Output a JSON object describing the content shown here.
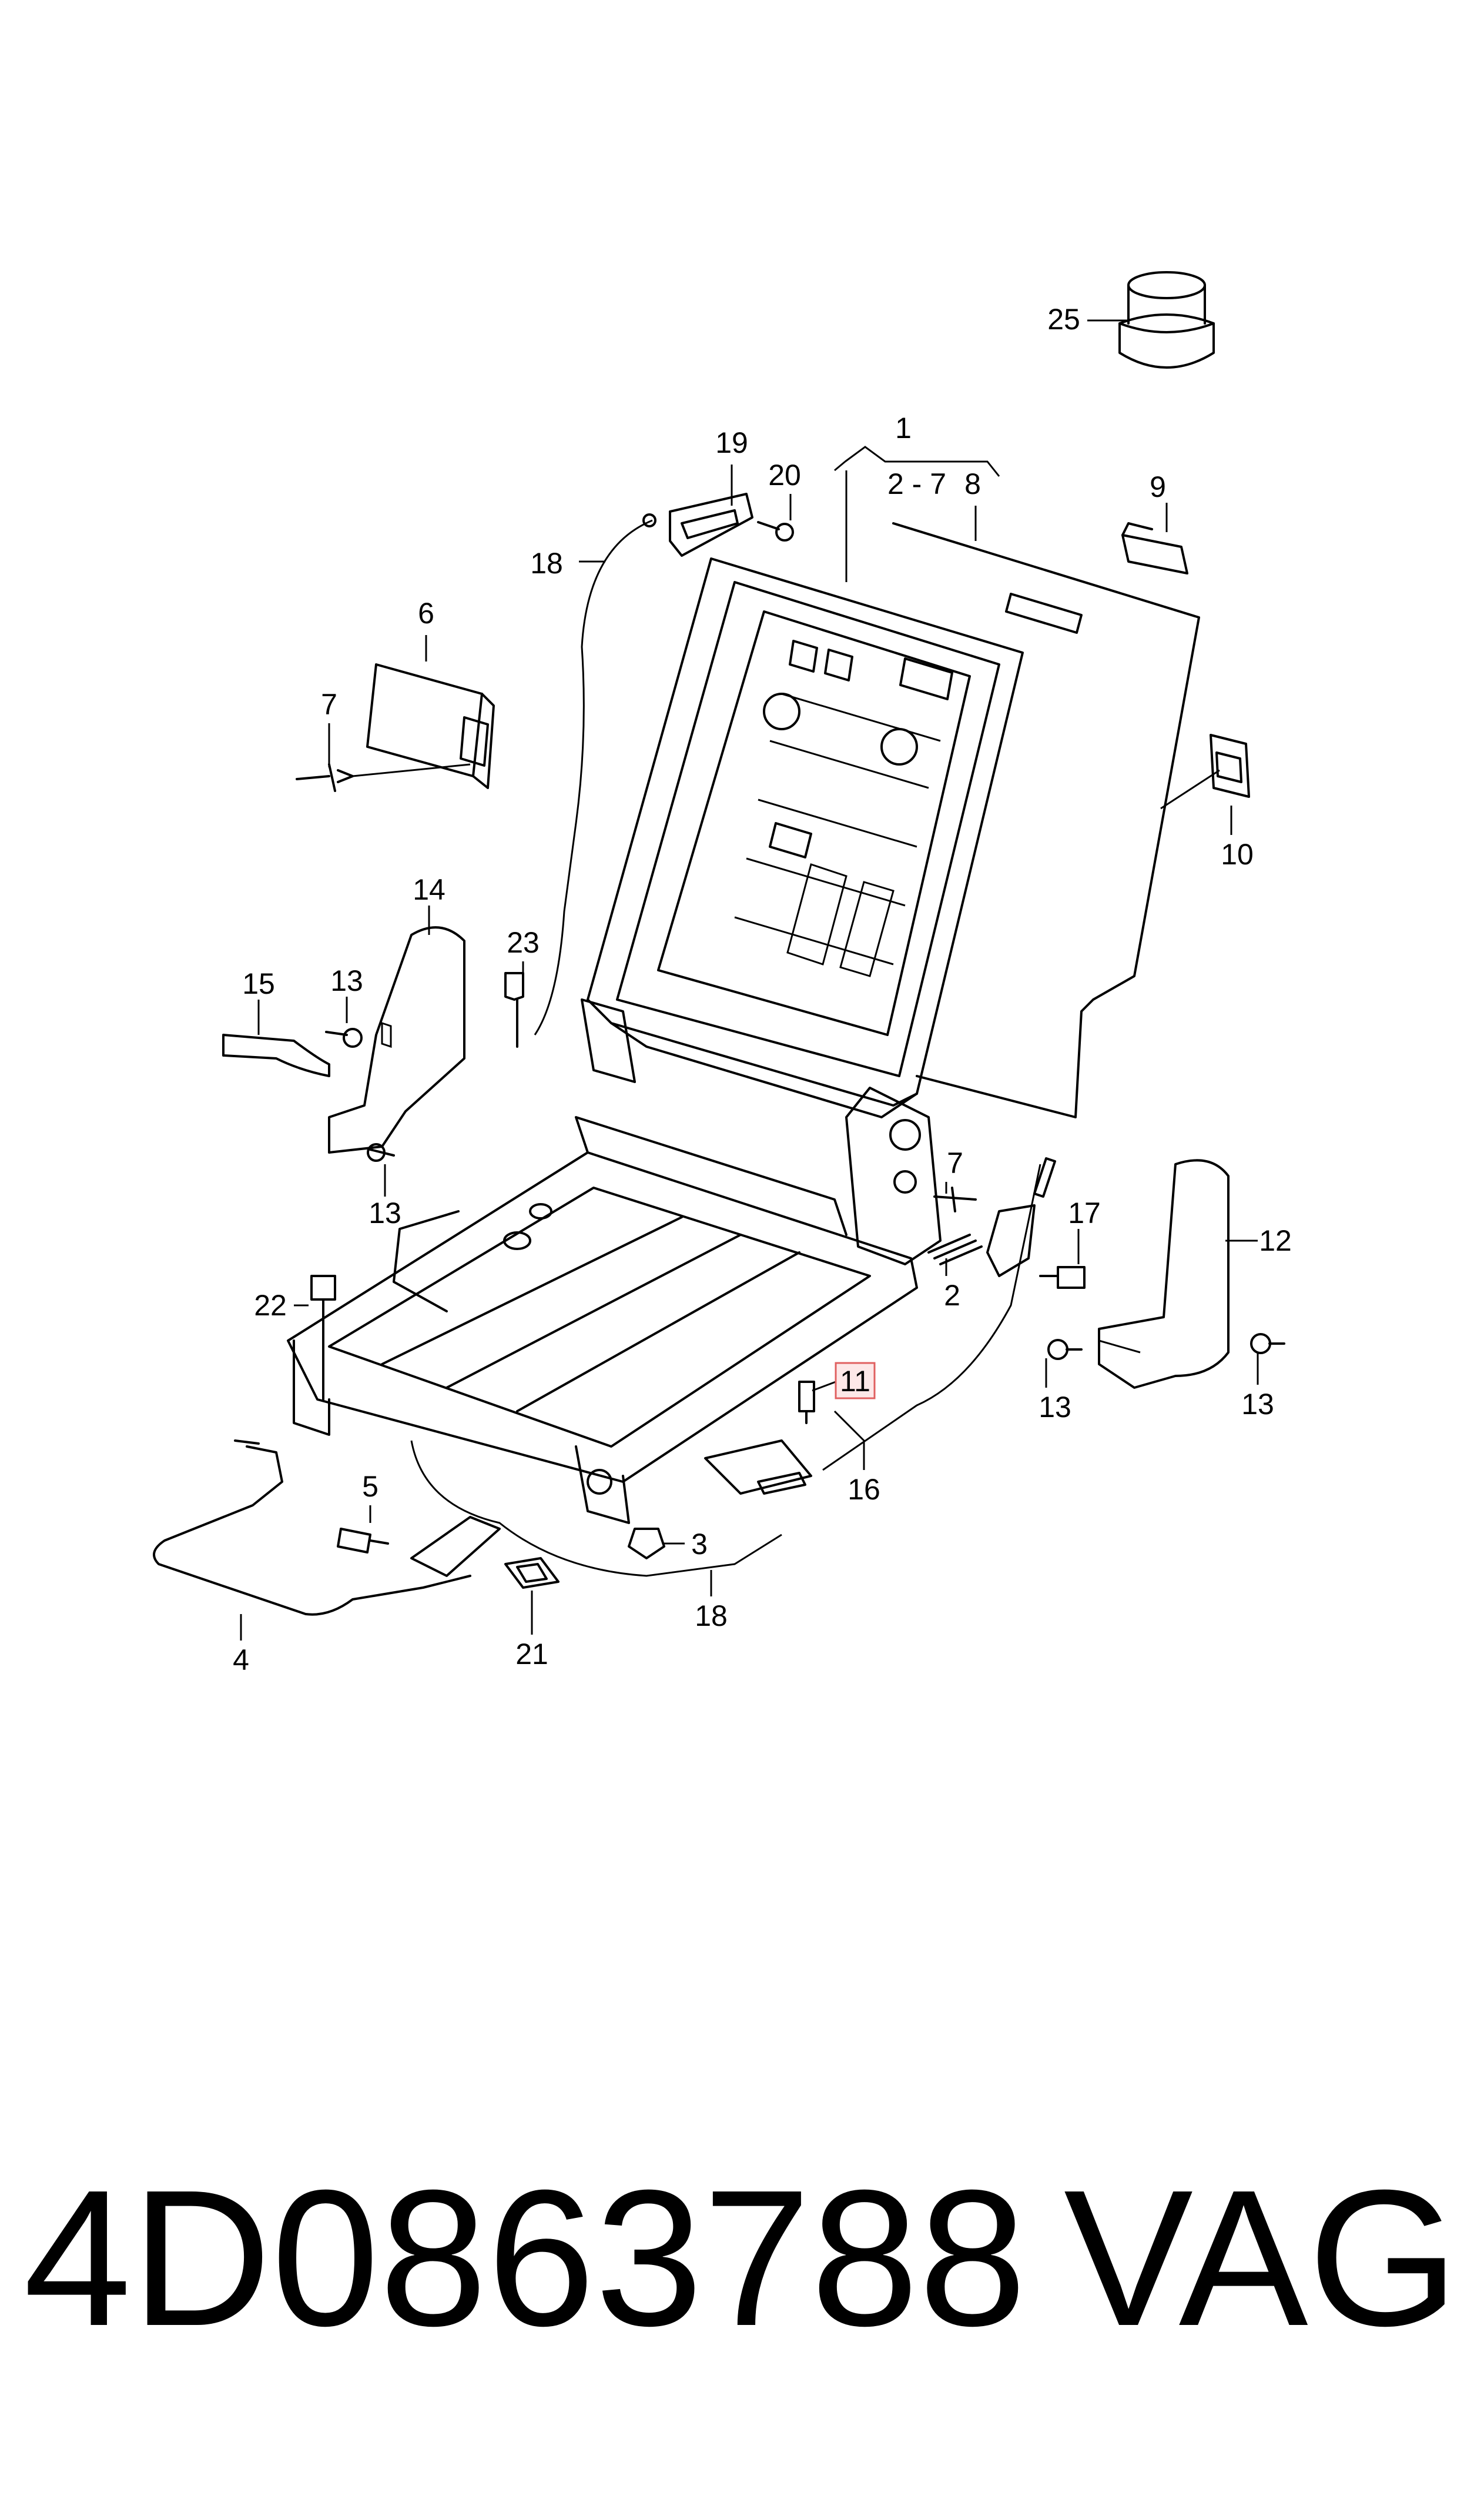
{
  "callouts": {
    "c1": "1",
    "c2a": "2",
    "c2_7": "2 - 7",
    "c3": "3",
    "c4": "4",
    "c5": "5",
    "c6": "6",
    "c7a": "7",
    "c7b": "7",
    "c8": "8",
    "c9": "9",
    "c10": "10",
    "c11": "11",
    "c12": "12",
    "c13a": "13",
    "c13b": "13",
    "c13c": "13",
    "c13d": "13",
    "c14": "14",
    "c15": "15",
    "c16": "16",
    "c17": "17",
    "c18a": "18",
    "c18b": "18",
    "c19": "19",
    "c20": "20",
    "c21": "21",
    "c22": "22",
    "c23": "23",
    "c25": "25"
  },
  "highlight": {
    "callout": "11",
    "color": "#e06060"
  },
  "footer": {
    "part_number": "4D0863788",
    "brand": "VAG"
  }
}
